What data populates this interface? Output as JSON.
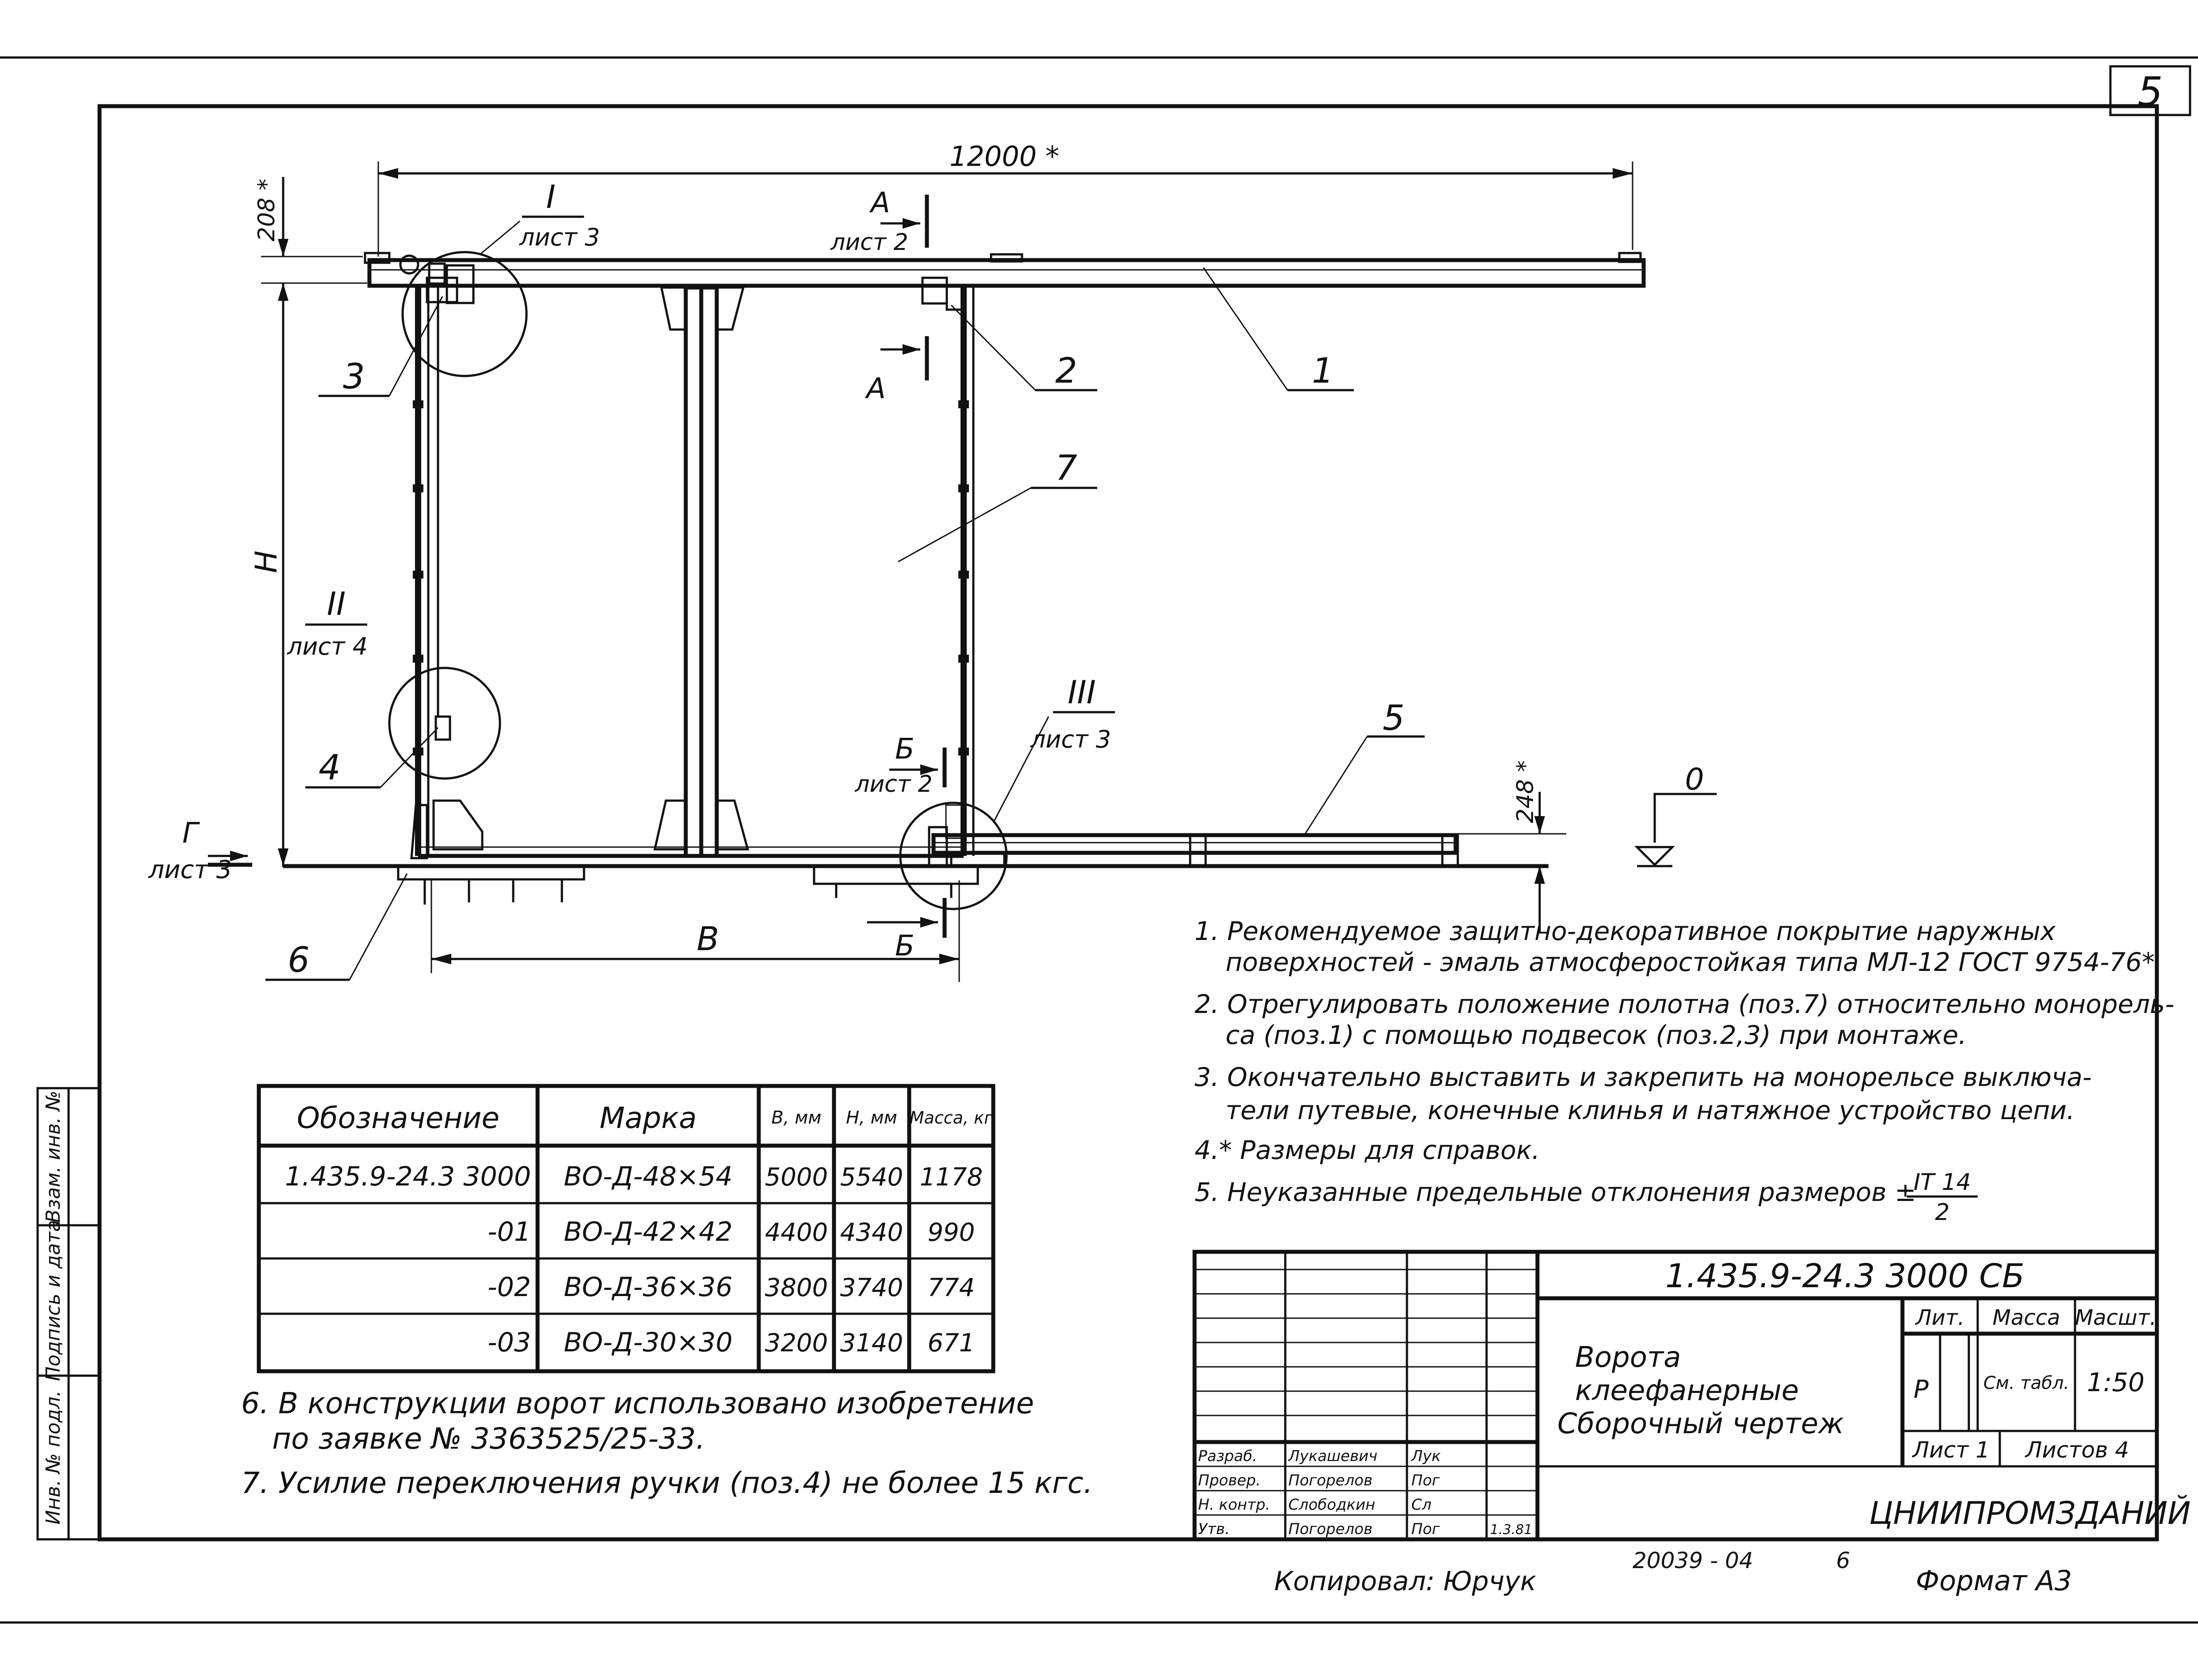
{
  "sheet": {
    "page_number": "5",
    "copied_by": "Копировал: Юрчук",
    "archive_number": "20039 - 04",
    "archive_sheet": "6",
    "format": "Формат А3"
  },
  "side_strip": [
    "Инв. № подл.",
    "Подпись и дата",
    "Взам. инв. №"
  ],
  "dimensions": {
    "overall_length": "12000 *",
    "top_offset": "208 *",
    "height": "H",
    "width": "B",
    "bottom_offset": "248 *",
    "zero_mark": "0"
  },
  "callouts": {
    "detail_1": {
      "roman": "I",
      "sheet": "лист 3"
    },
    "detail_2": {
      "roman": "II",
      "sheet": "лист 4"
    },
    "detail_3": {
      "roman": "III",
      "sheet": "лист 3"
    },
    "section_a_top": {
      "letter": "А",
      "sheet": "лист 2"
    },
    "section_a_bottom": {
      "letter": "А"
    },
    "section_b_top": {
      "letter": "Б",
      "sheet": "лист 2"
    },
    "section_b_bottom": {
      "letter": "Б"
    },
    "view_g": {
      "letter": "Г",
      "sheet": "лист 3"
    }
  },
  "positions": [
    "1",
    "2",
    "3",
    "4",
    "5",
    "6",
    "7"
  ],
  "notes": [
    "1. Рекомендуемое защитно-декоративное покрытие наружных",
    "поверхностей - эмаль атмосферостойкая типа МЛ-12 ГОСТ 9754-76*",
    "2. Отрегулировать положение полотна (поз.7) относительно монорель-",
    "са (поз.1) с помощью подвесок (поз.2,3) при монтаже.",
    "3. Окончательно выставить и закрепить на монорельсе выключа-",
    "тели путевые, конечные клинья и натяжное устройство цепи.",
    "4.* Размеры для справок.",
    "5. Неуказанные предельные отклонения размеров ±",
    "IT 14",
    "2"
  ],
  "notes_bottom": [
    "6. В конструкции ворот использовано изобретение",
    "по заявке № 3363525/25-33.",
    "7. Усилие переключения ручки (поз.4) не более 15 кгс."
  ],
  "spec_table": {
    "headers": [
      "Обозначение",
      "Марка",
      "B, мм",
      "H, мм",
      "Масса, кг"
    ],
    "rows": [
      [
        "1.435.9-24.3 3000",
        "ВО-Д-48×54",
        "5000",
        "5540",
        "1178"
      ],
      [
        "-01",
        "ВО-Д-42×42",
        "4400",
        "4340",
        "990"
      ],
      [
        "-02",
        "ВО-Д-36×36",
        "3800",
        "3740",
        "774"
      ],
      [
        "-03",
        "ВО-Д-30×30",
        "3200",
        "3140",
        "671"
      ]
    ]
  },
  "title_block": {
    "code": "1.435.9-24.3 3000 СБ",
    "name_lines": [
      "Ворота",
      "клеефанерные",
      "Сборочный чертеж"
    ],
    "col_headers": [
      "Лит.",
      "Масса",
      "Масшт."
    ],
    "lit": "Р",
    "mass": "См. табл.",
    "scale": "1:50",
    "sheet": "Лист 1",
    "sheets": "Листов 4",
    "org": "ЦНИИПРОМЗДАНИЙ",
    "signatures": [
      {
        "role": "Разраб.",
        "name": "Лукашевич",
        "sign": "Лук",
        "date": ""
      },
      {
        "role": "Провер.",
        "name": "Погорелов",
        "sign": "Пог",
        "date": ""
      },
      {
        "role": "Н. контр.",
        "name": "Слободкин",
        "sign": "Сл",
        "date": ""
      },
      {
        "role": "Утв.",
        "name": "Погорелов",
        "sign": "Пог",
        "date": "1.3.81"
      }
    ]
  }
}
